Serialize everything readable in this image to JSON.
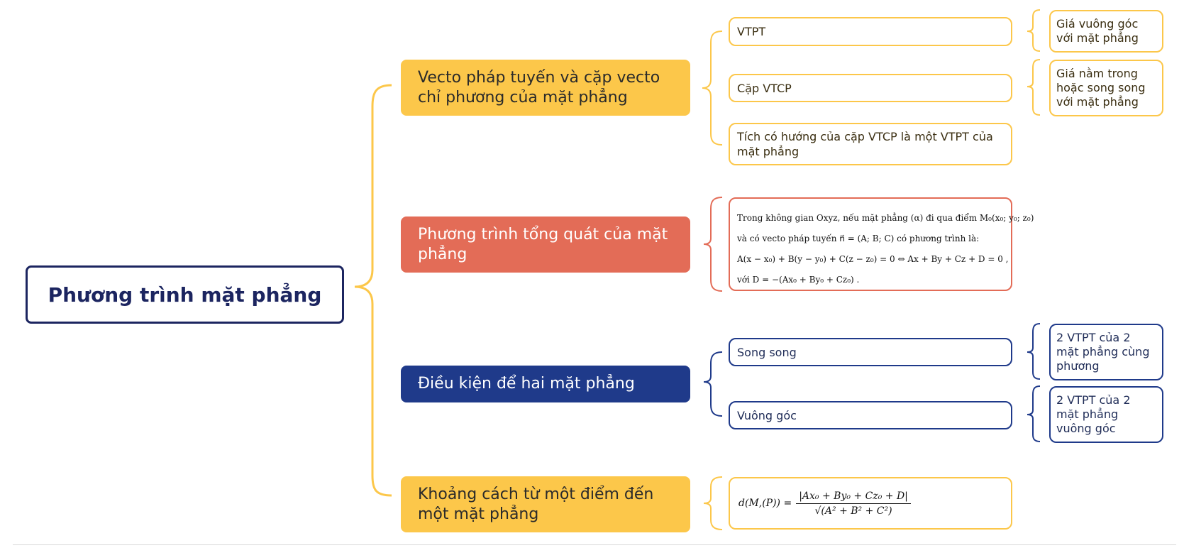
{
  "root": {
    "label": "Phương trình mặt phẳng"
  },
  "branches": [
    {
      "label": "Vecto pháp tuyến và cặp vecto chỉ phương của mặt phẳng"
    },
    {
      "label": "Phương trình tổng quát của mặt phẳng"
    },
    {
      "label": "Điều kiện để hai mặt phẳng"
    },
    {
      "label": "Khoảng cách từ một điểm đến một mặt phẳng"
    }
  ],
  "vector": {
    "leaves": [
      {
        "label": "VTPT",
        "note": "Giá vuông góc với mặt phẳng"
      },
      {
        "label": "Cặp VTCP",
        "note": "Giá nằm trong hoặc song song với mặt phẳng"
      },
      {
        "label": "Tích có hướng của cặp VTCP là một VTPT của mặt phẳng"
      }
    ]
  },
  "general_equation": {
    "lines": [
      "Trong không gian Oxyz, nếu mặt phẳng (α) đi qua điểm M₀(x₀; y₀; z₀)",
      "và có vecto pháp tuyến n⃗ = (A; B; C) có phương trình là:",
      "A(x − x₀) + B(y − y₀) + C(z − z₀) = 0 ⇔ Ax + By + Cz + D = 0 ,",
      "với D = −(Ax₀ + By₀ + Cz₀) ."
    ]
  },
  "conditions": {
    "leaves": [
      {
        "label": "Song song",
        "note": "2 VTPT của 2 mặt phẳng cùng phương"
      },
      {
        "label": "Vuông góc",
        "note": "2 VTPT của 2 mặt phẳng vuông góc"
      }
    ]
  },
  "distance": {
    "lhs": "d(M,(P)) =",
    "numerator": "|Ax₀ + By₀ + Cz₀ + D|",
    "denominator": "√(A² + B² + C²)"
  },
  "colors": {
    "navy": "#1c2560",
    "yellow": "#fcc74a",
    "red": "#e36c57",
    "blue": "#1f3a8a"
  }
}
